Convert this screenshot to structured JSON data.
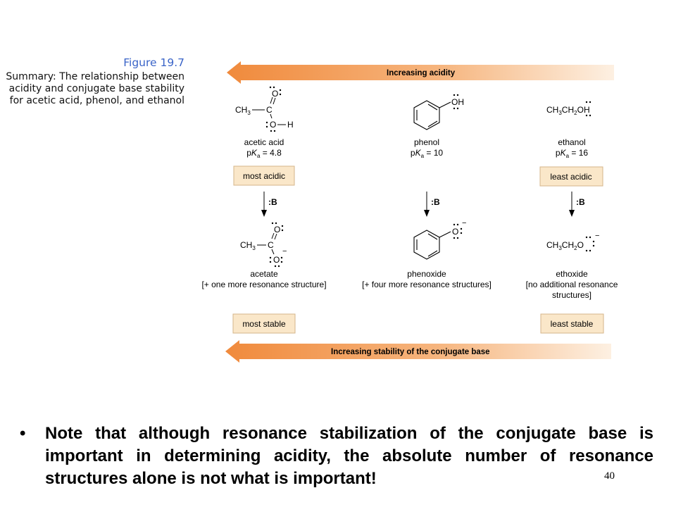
{
  "caption": {
    "figure": "Figure 19.7",
    "text": "Summary: The relationship between acidity and conjugate base stability for acetic acid, phenol, and ethanol"
  },
  "arrows": {
    "top": "Increasing acidity",
    "bottom": "Increasing stability of the conjugate base"
  },
  "acids": [
    {
      "formula_prefix": "CH",
      "formula_sub": "3",
      "name": "acetic acid",
      "pka_prefix": "p",
      "pka_k": "K",
      "pka_sub": "a",
      "pka_value": " = 4.8",
      "label": "most acidic"
    },
    {
      "formula_oh": "OH",
      "name": "phenol",
      "pka_prefix": "p",
      "pka_k": "K",
      "pka_sub": "a",
      "pka_value": " = 10",
      "label": ""
    },
    {
      "name": "ethanol",
      "pka_prefix": "p",
      "pka_k": "K",
      "pka_sub": "a",
      "pka_value": " = 16",
      "label": "least acidic"
    }
  ],
  "base_reagent": ":B",
  "conjugates": [
    {
      "name": "acetate",
      "note": "[+ one more resonance structure]",
      "label": "most stable"
    },
    {
      "name": "phenoxide",
      "note": "[+ four more resonance structures]",
      "label": ""
    },
    {
      "name": "ethoxide",
      "note_line1": "[no additional resonance",
      "note_line2": "structures]",
      "label": "least stable"
    }
  ],
  "atoms": {
    "c": "C",
    "o": "O",
    "h": "H",
    "ch": "CH",
    "three": "3",
    "two": "2",
    "minus": "−"
  },
  "bullet": {
    "symbol": "•",
    "text": "Note that although resonance stabilization of the conjugate base is important in determining acidity, the absolute number of resonance structures alone is not what is important!"
  },
  "page_number": "40",
  "colors": {
    "arrow_start": "#f08a3c",
    "arrow_end": "#fbe9d8",
    "label_fill": "#fae7c9",
    "label_stroke": "#d4b58a",
    "caption_figure": "#3a64c8"
  }
}
